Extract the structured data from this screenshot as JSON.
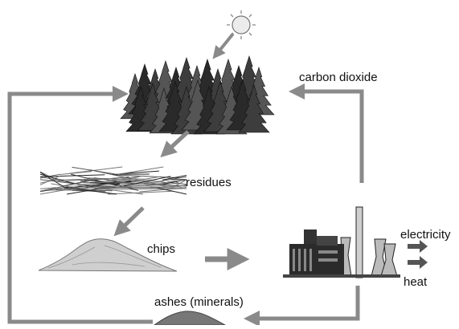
{
  "diagram": {
    "labels": {
      "carbon_dioxide": "carbon dioxide",
      "residues": "residues",
      "chips": "chips",
      "electricity": "electricity",
      "heat": "heat",
      "ashes": "ashes (minerals)"
    },
    "colors": {
      "arrow": "#8a8a8a",
      "tree_dark": "#222222",
      "tree_mid": "#555555",
      "sun": "#e8e8e8"
    },
    "icons": [
      "sun-icon",
      "forest-icon",
      "residue-pile-icon",
      "chip-pile-icon",
      "power-plant-icon",
      "ash-pile-icon"
    ]
  }
}
